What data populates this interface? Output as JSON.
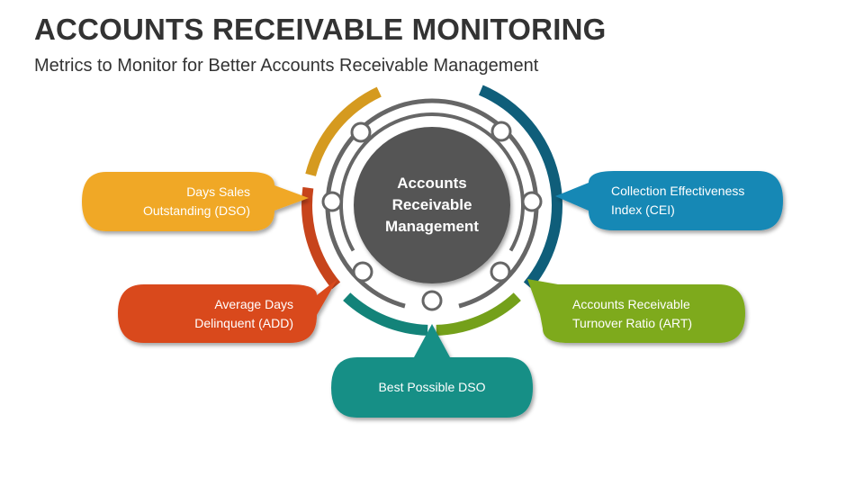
{
  "header": {
    "title": "ACCOUNTS RECEIVABLE MONITORING",
    "subtitle": "Metrics to Monitor for Better Accounts Receivable Management"
  },
  "center": {
    "lines": [
      "Accounts",
      "Receivable",
      "Management"
    ]
  },
  "callouts": {
    "dso": {
      "lines": [
        "Days Sales",
        "Outstanding (DSO)"
      ],
      "color": "#F0A825"
    },
    "add": {
      "lines": [
        "Average Days",
        "Delinquent (ADD)"
      ],
      "color": "#D9481F"
    },
    "best": {
      "lines": [
        "Best Possible DSO"
      ],
      "color": "#158F86"
    },
    "art": {
      "lines": [
        "Accounts Receivable",
        "Turnover Ratio (ART)"
      ],
      "color": "#7EAA1B"
    },
    "cei": {
      "lines": [
        "Collection Effectiveness",
        "Index (CEI)"
      ],
      "color": "#1488B5"
    }
  },
  "colors": {
    "ring": "#666666",
    "center": "#555555"
  }
}
